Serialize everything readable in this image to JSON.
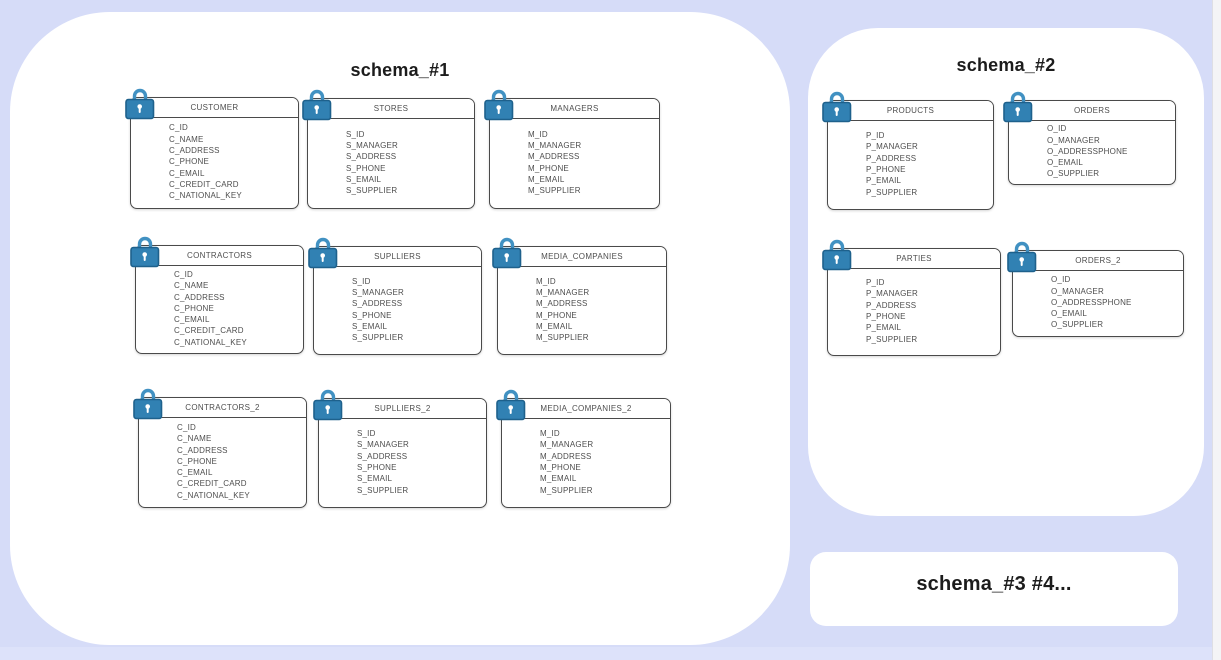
{
  "canvas": {
    "background": "#d6dcf8",
    "panel_color": "#ffffff"
  },
  "colors": {
    "lock_body": "#3181b3",
    "lock_body_border": "#1e618c",
    "lock_shackle": "#4191c2",
    "keyhole": "#ffffff",
    "table_border": "#4a4a4a",
    "field_text": "#4e4e4e",
    "title_text": "#1c1c1c"
  },
  "schemas": [
    {
      "title": "schema_#1",
      "tables": [
        {
          "name": "CUSTOMER",
          "fields": [
            "C_ID",
            "C_NAME",
            "C_ADDRESS",
            "C_PHONE",
            "C_EMAIL",
            "C_CREDIT_CARD",
            "C_NATIONAL_KEY"
          ]
        },
        {
          "name": "STORES",
          "fields": [
            "S_ID",
            "S_MANAGER",
            "S_ADDRESS",
            "S_PHONE",
            "S_EMAIL",
            "S_SUPPLIER"
          ]
        },
        {
          "name": "MANAGERS",
          "fields": [
            "M_ID",
            "M_MANAGER",
            "M_ADDRESS",
            "M_PHONE",
            "M_EMAIL",
            "M_SUPPLIER"
          ]
        },
        {
          "name": "CONTRACTORS",
          "fields": [
            "C_ID",
            "C_NAME",
            "C_ADDRESS",
            "C_PHONE",
            "C_EMAIL",
            "C_CREDIT_CARD",
            "C_NATIONAL_KEY"
          ]
        },
        {
          "name": "SUPLLIERS",
          "fields": [
            "S_ID",
            "S_MANAGER",
            "S_ADDRESS",
            "S_PHONE",
            "S_EMAIL",
            "S_SUPPLIER"
          ]
        },
        {
          "name": "MEDIA_COMPANIES",
          "fields": [
            "M_ID",
            "M_MANAGER",
            "M_ADDRESS",
            "M_PHONE",
            "M_EMAIL",
            "M_SUPPLIER"
          ]
        },
        {
          "name": "CONTRACTORS_2",
          "fields": [
            "C_ID",
            "C_NAME",
            "C_ADDRESS",
            "C_PHONE",
            "C_EMAIL",
            "C_CREDIT_CARD",
            "C_NATIONAL_KEY"
          ]
        },
        {
          "name": "SUPLLIERS_2",
          "fields": [
            "S_ID",
            "S_MANAGER",
            "S_ADDRESS",
            "S_PHONE",
            "S_EMAIL",
            "S_SUPPLIER"
          ]
        },
        {
          "name": "MEDIA_COMPANIES_2",
          "fields": [
            "M_ID",
            "M_MANAGER",
            "M_ADDRESS",
            "M_PHONE",
            "M_EMAIL",
            "M_SUPPLIER"
          ]
        }
      ]
    },
    {
      "title": "schema_#2",
      "tables": [
        {
          "name": "PRODUCTS",
          "fields": [
            "P_ID",
            "P_MANAGER",
            "P_ADDRESS",
            "P_PHONE",
            "P_EMAIL",
            "P_SUPPLIER"
          ]
        },
        {
          "name": "ORDERS",
          "fields": [
            "O_ID",
            "O_MANAGER",
            "O_ADDRESSPHONE",
            "O_EMAIL",
            "O_SUPPLIER"
          ]
        },
        {
          "name": "PARTIES",
          "fields": [
            "P_ID",
            "P_MANAGER",
            "P_ADDRESS",
            "P_PHONE",
            "P_EMAIL",
            "P_SUPPLIER"
          ]
        },
        {
          "name": "ORDERS_2",
          "fields": [
            "O_ID",
            "O_MANAGER",
            "O_ADDRESSPHONE",
            "O_EMAIL",
            "O_SUPPLIER"
          ]
        }
      ]
    },
    {
      "title": "schema_#3 #4...",
      "tables": []
    }
  ]
}
